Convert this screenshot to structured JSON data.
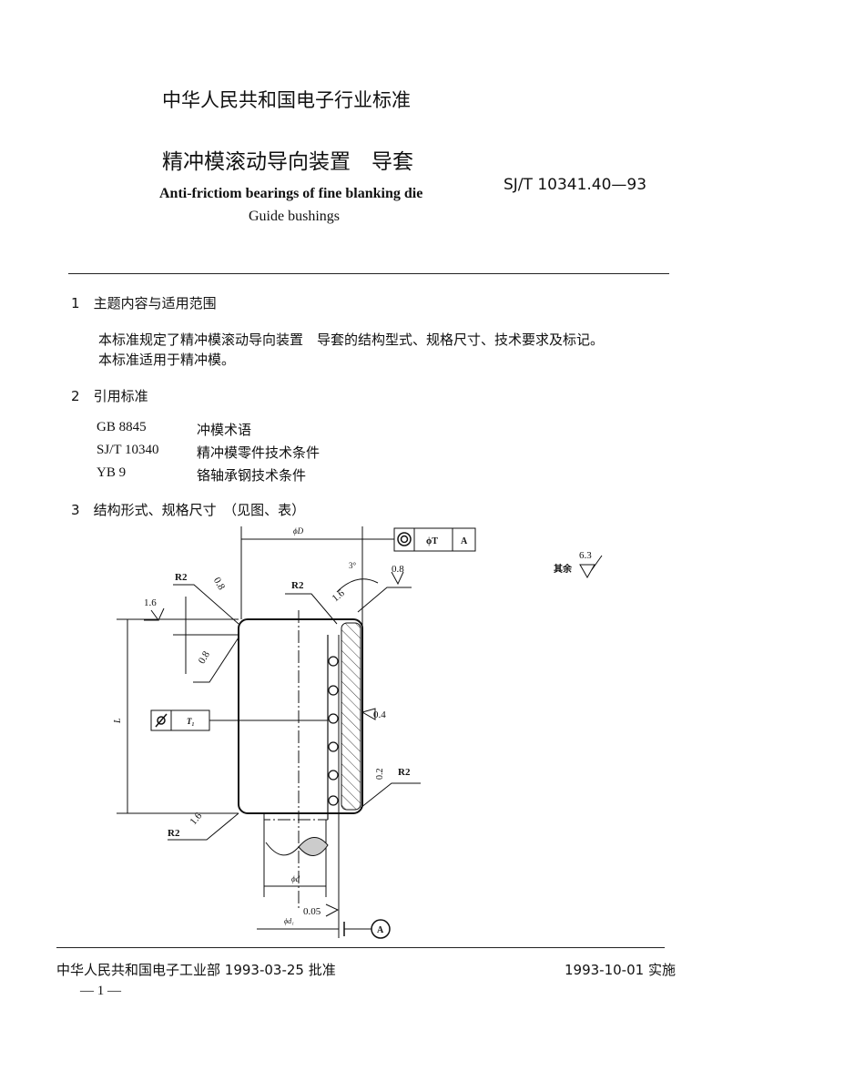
{
  "header": {
    "org": "中华人民共和国电子行业标准",
    "title_cn": "精冲模滚动导向装置　导套",
    "title_en_1": "Anti-frictiom bearings of fine blanking die",
    "title_en_2": "Guide bushings",
    "standard_no": "SJ/T 10341.40—93"
  },
  "sections": [
    {
      "num": "1",
      "heading": "主题内容与适用范围",
      "paragraphs": [
        "本标准规定了精冲模滚动导向装置　导套的结构型式、规格尺寸、技术要求及标记。",
        "本标准适用于精冲模。"
      ]
    },
    {
      "num": "2",
      "heading": "引用标准",
      "refs": [
        {
          "code": "GB 8845",
          "name": "冲模术语"
        },
        {
          "code": "SJ/T 10340",
          "name": "精冲模零件技术条件"
        },
        {
          "code": "YB 9",
          "name": "铬轴承钢技术条件"
        }
      ]
    },
    {
      "num": "3",
      "heading": "结构形式、规格尺寸",
      "note": "（见图、表）"
    }
  ],
  "drawing": {
    "dim_D": "ϕD",
    "dim_L": "L",
    "dim_d": "ϕd",
    "dim_d1": "ϕd₁",
    "fcf_concentricity": {
      "tol": "ϕT",
      "datum": "A"
    },
    "fcf_cylindricity": {
      "tol": "T₁"
    },
    "datum": "A",
    "angle": "3°",
    "radii": [
      "R2",
      "R2",
      "R2",
      "R2"
    ],
    "roughness": [
      "0.8",
      "1.6",
      "0.8",
      "1.6",
      "0.8",
      "0.4",
      "0.2",
      "1.6",
      "0.05"
    ],
    "other_roughness_label": "其余",
    "other_roughness_value": "6.3"
  },
  "footer": {
    "approval": "中华人民共和国电子工业部 1993-03-25 批准",
    "effective": "1993-10-01 实施",
    "page": "— 1 —"
  }
}
